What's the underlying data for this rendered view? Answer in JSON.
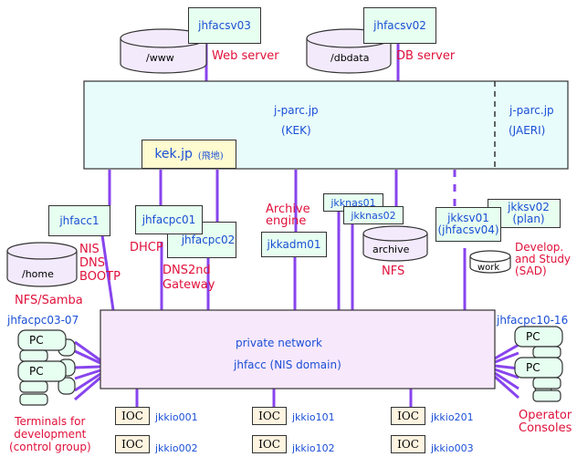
{
  "servers": {
    "jhfacsv03": "jhfacsv03",
    "jhfacsv02": "jhfacsv02",
    "jhfacc1": "jhfacc1",
    "jhfacpc01": "jhfacpc01",
    "jhfacpc02": "jhfacpc02",
    "jkkadm01": "jkkadm01",
    "jkknas01": "jkknas01",
    "jkknas02": "jkknas02",
    "jkksv01": "jkksv01",
    "jhfacsv04": "(jhfacsv04)",
    "jkksv02": "jkksv02",
    "plan": "(plan)"
  },
  "disks": {
    "www": "/www",
    "dbdata": "/dbdata",
    "home": "/home",
    "archive": "archive",
    "work": "work"
  },
  "roles": {
    "web_server": "Web server",
    "db_server": "DB server",
    "nis": "NIS",
    "dns": "DNS",
    "bootp": "BOOTP",
    "nfs_samba": "NFS/Samba",
    "dhcp": "DHCP",
    "dns2nd": "DNS2nd",
    "gateway": "Gateway",
    "archive_engine_1": "Archive",
    "archive_engine_2": "engine",
    "nfs": "NFS",
    "develop_1": "Develop.",
    "develop_2": "and Study",
    "develop_3": "(SAD)"
  },
  "network": {
    "domain_main": "j-parc.jp",
    "domain_main_sub": "(KEK)",
    "domain_jaeri": "j-parc.jp",
    "domain_jaeri_sub": "(JAERI)",
    "kek": "kek.jp",
    "kek_sub": "(飛地)",
    "private": "private network",
    "private_sub": "jhfacc (NIS domain)"
  },
  "pc_groups": {
    "left_range": "jhfacpc03-07",
    "right_range": "jhfacpc10-16",
    "pc_label": "PC",
    "terminals_1": "Terminals for",
    "terminals_2": "development",
    "terminals_3": "(control group)",
    "operator_1": "Operator",
    "operator_2": "Consoles"
  },
  "iocs": {
    "tag": "IOC",
    "items": [
      "jkkio001",
      "jkkio002",
      "jkkio101",
      "jkkio102",
      "jkkio201",
      "jkkio003"
    ]
  },
  "colors": {
    "link": "#8844ee",
    "server_fill": "#e6fff0",
    "net_fill": "#e8fcfc",
    "private_fill": "#f8e8fb",
    "label_blue": "#1a4fd6",
    "label_red": "#e0103a"
  }
}
